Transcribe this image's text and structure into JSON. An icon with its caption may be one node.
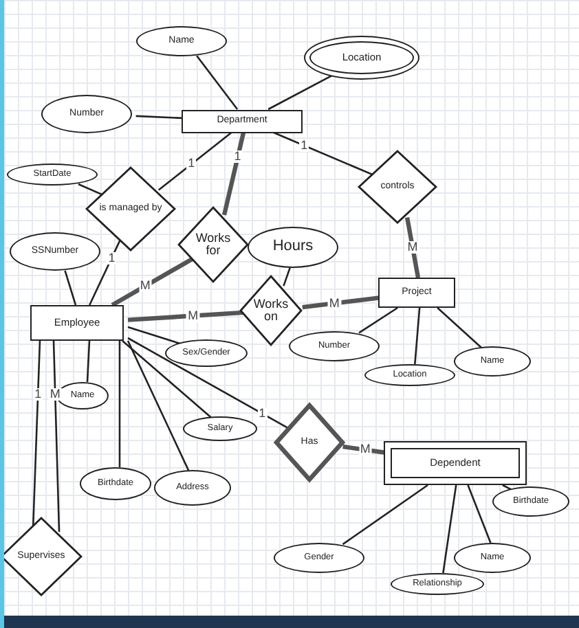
{
  "diagram": {
    "nodes": [
      {
        "text": [
          "Department"
        ]
      },
      {
        "text": [
          "Name"
        ]
      },
      {
        "text": [
          "Location"
        ]
      },
      {
        "text": [
          "Number"
        ]
      },
      {
        "text": [
          "StartDate"
        ]
      },
      {
        "text": [
          "is managed by"
        ]
      },
      {
        "text": [
          "controls"
        ]
      },
      {
        "text": [
          "Works for"
        ]
      },
      {
        "text": [
          "SSNumber"
        ]
      },
      {
        "text": [
          "Employee"
        ]
      },
      {
        "text": [
          "Hours"
        ]
      },
      {
        "text": [
          "Works on"
        ]
      },
      {
        "text": [
          "Project"
        ]
      },
      {
        "text": [
          "Number"
        ]
      },
      {
        "text": [
          "Location"
        ]
      },
      {
        "text": [
          "Name"
        ]
      },
      {
        "text": [
          "Sex/Gender"
        ]
      },
      {
        "text": [
          "Name"
        ]
      },
      {
        "text": [
          "Salary"
        ]
      },
      {
        "text": [
          "Has"
        ]
      },
      {
        "text": [
          "Address"
        ]
      },
      {
        "text": [
          "Birthdate"
        ]
      },
      {
        "text": [
          "Dependent"
        ]
      },
      {
        "text": [
          "Birthdate"
        ]
      },
      {
        "text": [
          "Supervises"
        ]
      },
      {
        "text": [
          "Gender"
        ]
      },
      {
        "text": [
          "Name"
        ]
      },
      {
        "text": [
          "Relationship"
        ]
      }
    ],
    "edges": [
      {
        "from": 1,
        "to": 0,
        "arrow": "none"
      },
      {
        "from": 2,
        "to": 0,
        "arrow": "none"
      },
      {
        "from": 3,
        "to": 0,
        "arrow": "none"
      },
      {
        "from": 0,
        "to": 6,
        "arrow": "none",
        "label": "1"
      },
      {
        "from": 5,
        "to": 0,
        "arrow": "none",
        "label": "1"
      },
      {
        "from": 7,
        "to": 0,
        "arrow": "none",
        "label": "1",
        "style": "thick"
      },
      {
        "from": 4,
        "to": 5,
        "arrow": "none"
      },
      {
        "from": 5,
        "to": 9,
        "arrow": "none",
        "label": "1"
      },
      {
        "from": 9,
        "to": 7,
        "arrow": "none",
        "label": "M",
        "style": "thick"
      },
      {
        "from": 6,
        "to": 12,
        "arrow": "none",
        "label": "M",
        "style": "thick"
      },
      {
        "from": 8,
        "to": 9,
        "arrow": "none"
      },
      {
        "from": 10,
        "to": 11,
        "arrow": "none"
      },
      {
        "from": 11,
        "to": 12,
        "arrow": "none",
        "label": "M",
        "style": "thick"
      },
      {
        "from": 9,
        "to": 11,
        "arrow": "none",
        "label": "M",
        "style": "thick"
      },
      {
        "from": 12,
        "to": 13,
        "arrow": "none"
      },
      {
        "from": 12,
        "to": 14,
        "arrow": "none"
      },
      {
        "from": 12,
        "to": 15,
        "arrow": "none"
      },
      {
        "from": 9,
        "to": 16,
        "arrow": "none"
      },
      {
        "from": 9,
        "to": 17,
        "arrow": "none"
      },
      {
        "from": 9,
        "to": 18,
        "arrow": "none"
      },
      {
        "from": 9,
        "to": 19,
        "arrow": "none",
        "label": "1"
      },
      {
        "from": 9,
        "to": 20,
        "arrow": "none"
      },
      {
        "from": 9,
        "to": 21,
        "arrow": "none"
      },
      {
        "from": 19,
        "to": 22,
        "arrow": "none",
        "label": "M",
        "style": "thick"
      },
      {
        "from": 22,
        "to": 23,
        "arrow": "none"
      },
      {
        "from": 22,
        "to": 25,
        "arrow": "none"
      },
      {
        "from": 22,
        "to": 26,
        "arrow": "none"
      },
      {
        "from": 22,
        "to": 27,
        "arrow": "none"
      },
      {
        "from": 9,
        "to": 24,
        "arrow": "none",
        "label": "1"
      },
      {
        "from": 9,
        "to": 24,
        "arrow": "none",
        "label": "M"
      }
    ]
  }
}
